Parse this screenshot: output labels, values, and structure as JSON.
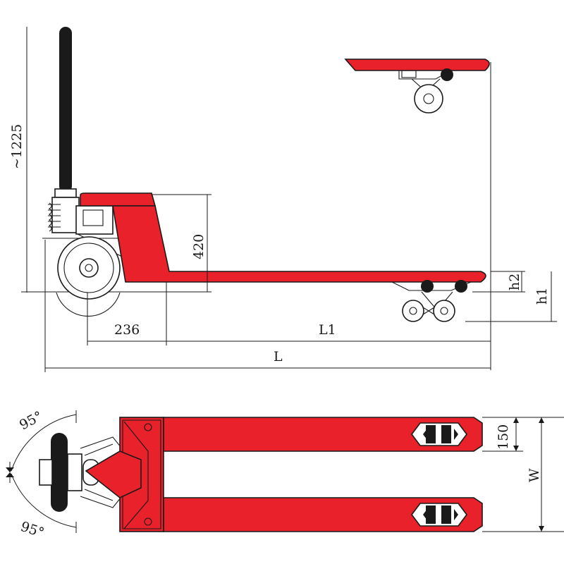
{
  "colors": {
    "body_red": "#e8212a",
    "outline": "#1a1a1a",
    "handle": "#1a1a1a",
    "background": "#ffffff"
  },
  "side_view": {
    "dimensions": {
      "height_handle": "~1225",
      "height_frame": "420",
      "wheel_offset": "236",
      "fork_length": "L1",
      "total_length": "L",
      "lowered_height": "h2",
      "lifted_height": "h1"
    }
  },
  "top_view": {
    "dimensions": {
      "steering_angle_top": "95°",
      "steering_angle_bottom": "95°",
      "fork_width": "150",
      "overall_width": "W"
    }
  }
}
